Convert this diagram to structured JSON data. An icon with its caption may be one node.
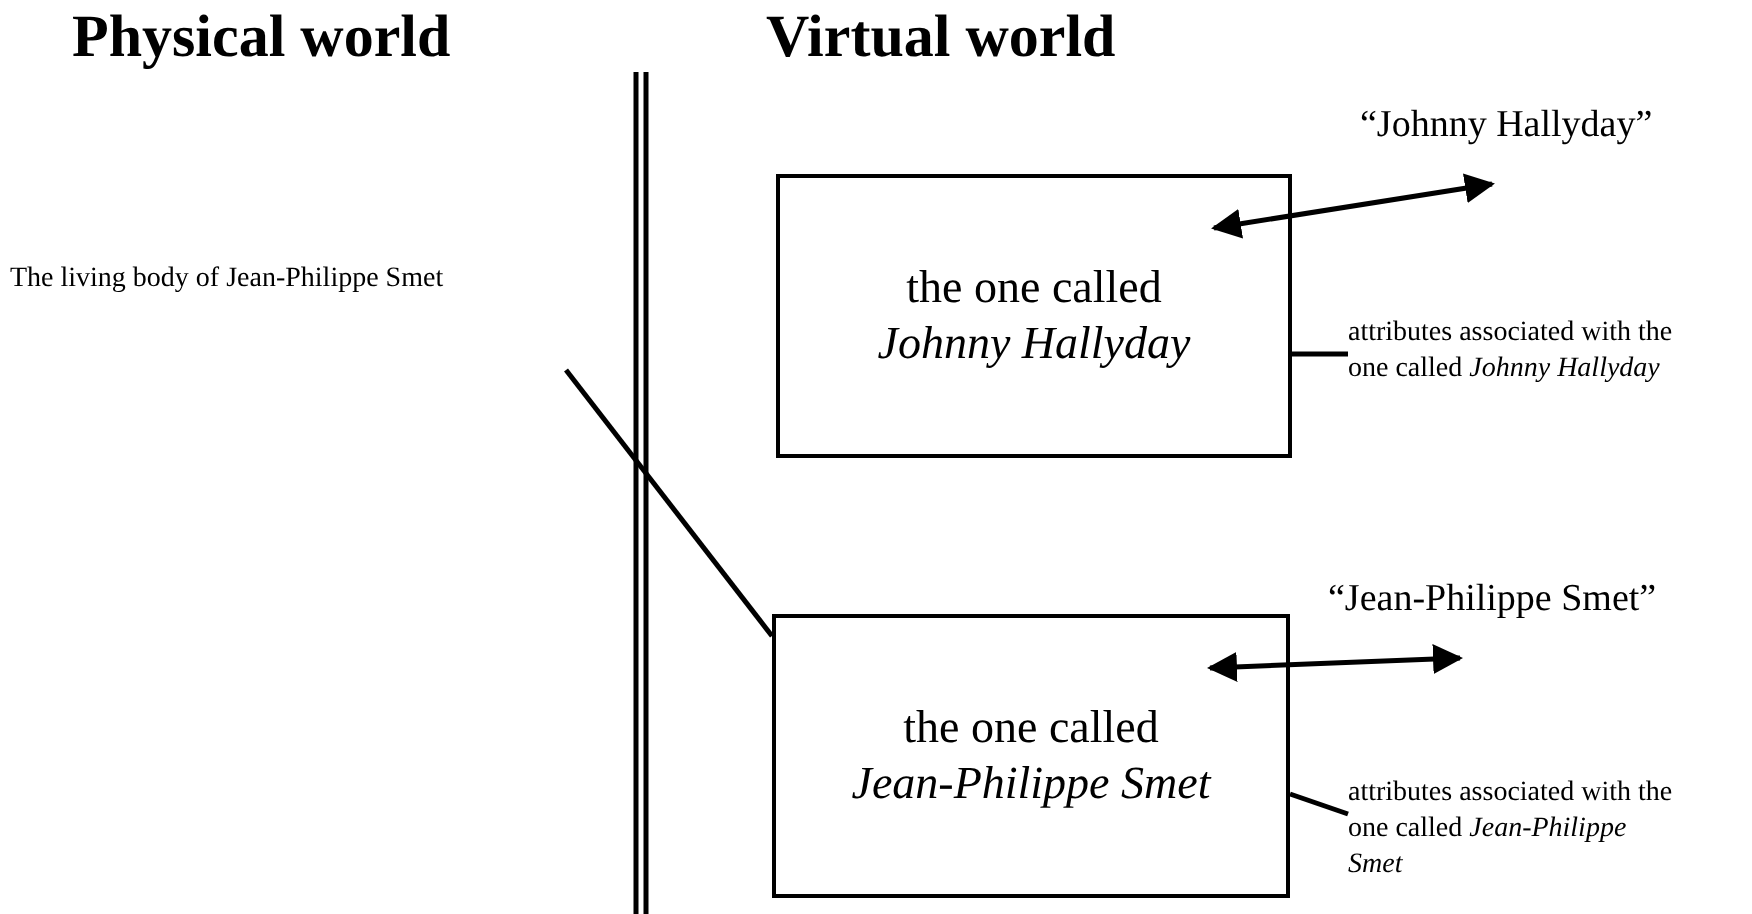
{
  "diagram": {
    "nodes": [
      {
        "text": [
          "the one called",
          "Johnny Hallyday"
        ]
      },
      {
        "text": [
          "“Johnny Hallyday”"
        ]
      },
      {
        "text": [
          "attributes associated with the one called *Johnny Hallyday*"
        ]
      },
      {
        "text": [
          "the one called",
          "Jean-Philippe Smet"
        ]
      },
      {
        "text": [
          "“Jean-Philippe Smet”"
        ]
      },
      {
        "text": [
          "attributes associated with the one called *Jean-Philippe Smet*"
        ]
      }
    ],
    "edges": [
      {
        "from": 0,
        "to": 1,
        "arrow": "both"
      },
      {
        "from": 0,
        "to": 2,
        "arrow": "none"
      },
      {
        "from": null,
        "to": 3,
        "arrow": "none"
      },
      {
        "from": 3,
        "to": 4,
        "arrow": "both"
      },
      {
        "from": 3,
        "to": 5,
        "arrow": "none"
      }
    ],
    "labels": [
      "Physical world",
      "Virtual world",
      "The living body of Jean-Philippe Smet"
    ]
  }
}
